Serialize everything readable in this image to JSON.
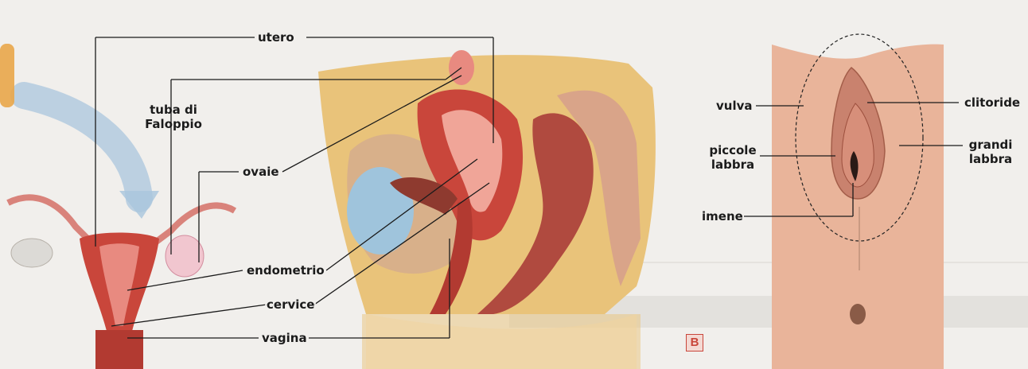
{
  "labels": {
    "utero": "utero",
    "tuba_line1": "tuba di",
    "tuba_line2": "Faloppio",
    "ovaie": "ovaie",
    "endometrio": "endometrio",
    "cervice": "cervice",
    "vagina": "vagina",
    "vulva": "vulva",
    "clitoride": "clitoride",
    "piccole_line1": "piccole",
    "piccole_line2": "labbra",
    "grandi_line1": "grandi",
    "grandi_line2": "labbra",
    "imene": "imene"
  },
  "panel_badge": "B",
  "colors": {
    "leader_line": "#1b1b1b",
    "badge": "#c9463b",
    "tissue_red": "#c9463b",
    "skin": "#e9b49a"
  }
}
